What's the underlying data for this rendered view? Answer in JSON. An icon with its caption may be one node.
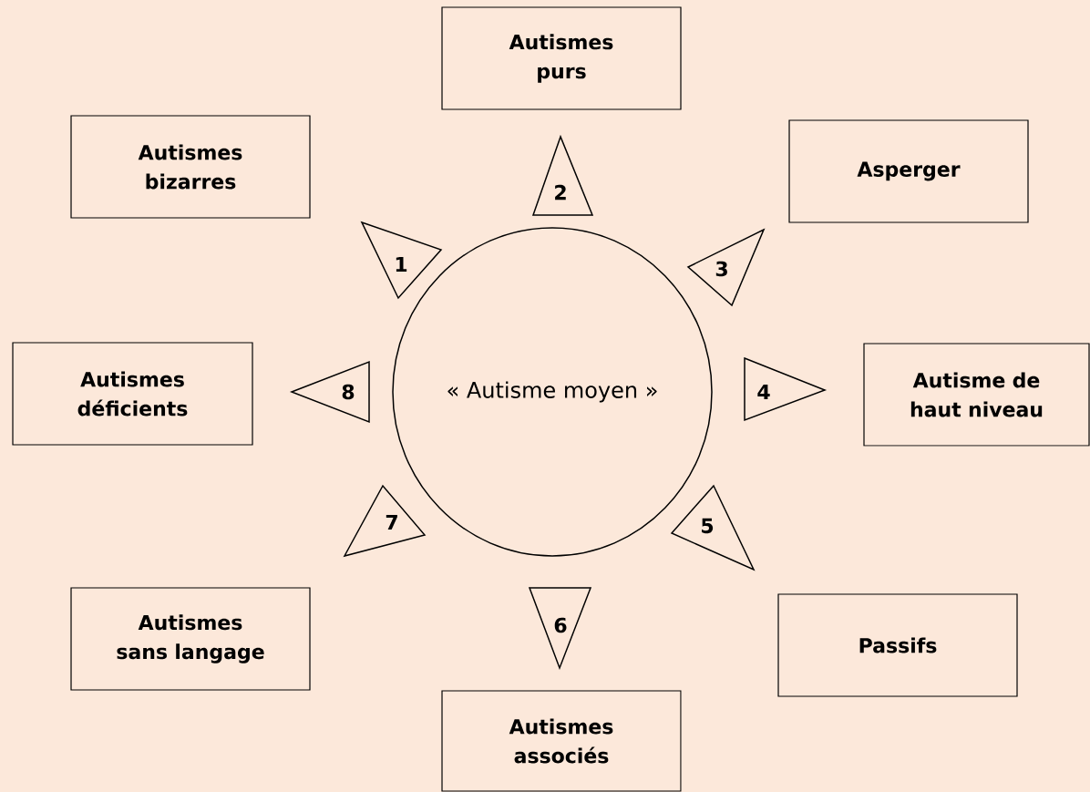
{
  "diagram": {
    "nodes": [
      {
        "text": [
          "« Autisme moyen »"
        ]
      },
      {
        "text": [
          "1"
        ]
      },
      {
        "text": [
          "Autismes bizarres"
        ]
      },
      {
        "text": [
          "2"
        ]
      },
      {
        "text": [
          "Autismes purs"
        ]
      },
      {
        "text": [
          "3"
        ]
      },
      {
        "text": [
          "Asperger"
        ]
      },
      {
        "text": [
          "4"
        ]
      },
      {
        "text": [
          "Autisme de haut niveau"
        ]
      },
      {
        "text": [
          "5"
        ]
      },
      {
        "text": [
          "Passifs"
        ]
      },
      {
        "text": [
          "6"
        ]
      },
      {
        "text": [
          "Autismes associés"
        ]
      },
      {
        "text": [
          "7"
        ]
      },
      {
        "text": [
          "Autismes sans langage"
        ]
      },
      {
        "text": [
          "8"
        ]
      },
      {
        "text": [
          "Autismes déficients"
        ]
      }
    ]
  }
}
